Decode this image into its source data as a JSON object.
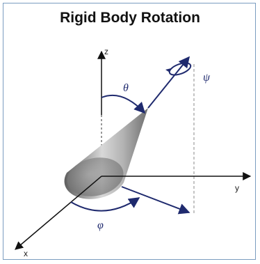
{
  "title": "Rigid Body Rotation",
  "axes": {
    "x": "x",
    "y": "y",
    "z": "z"
  },
  "angles": {
    "theta": "θ",
    "psi": "ψ",
    "phi": "φ"
  },
  "colors": {
    "arrow": "#1f2a6e",
    "axis": "#111111",
    "frame": "#7a9cc0",
    "dashed": "#888888"
  },
  "icons": [
    "cone-shape",
    "axis-arrows",
    "rotation-arc-arrows"
  ]
}
